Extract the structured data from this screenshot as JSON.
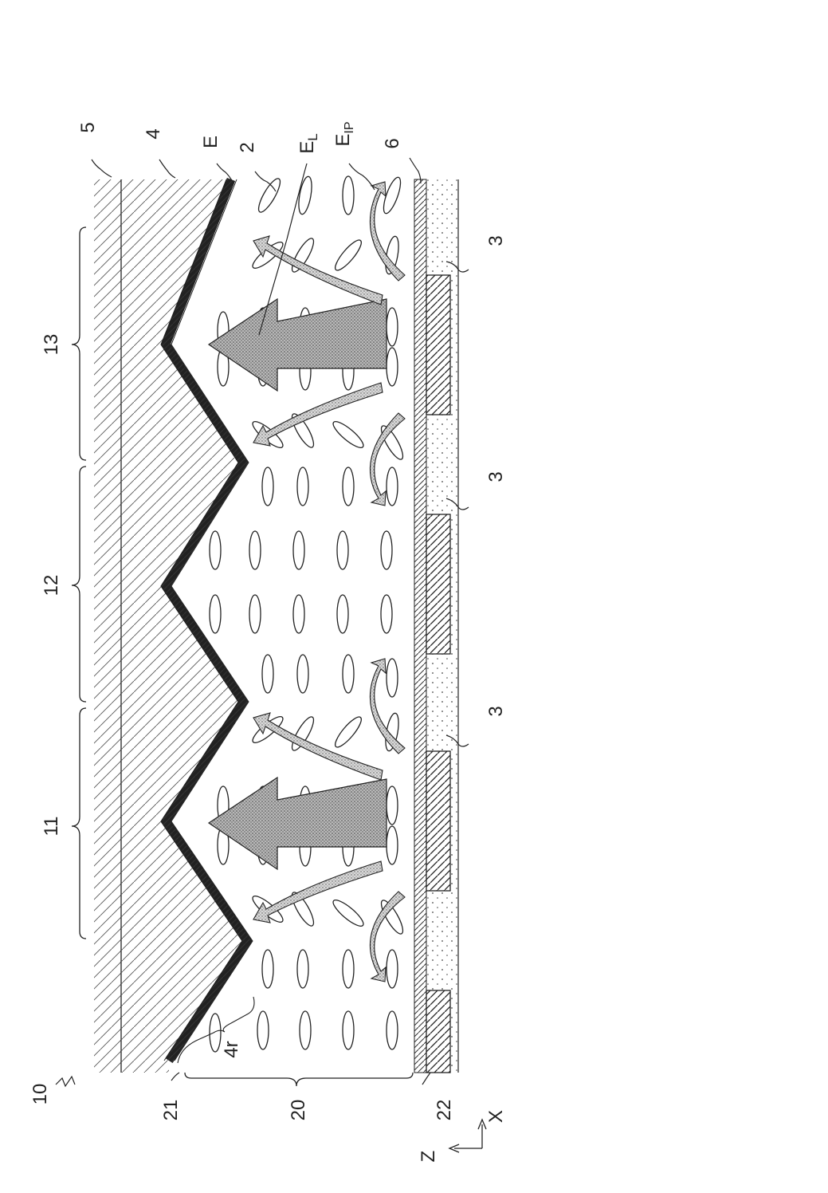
{
  "figure": {
    "ref_device": "10",
    "layers": {
      "substrate_top": "5",
      "structure_layer": "4",
      "alignment_film": "E",
      "liquid_crystal": "2",
      "field_line": "EL",
      "field_line_sub": "L",
      "field_ip": "EIP",
      "field_ip_sub": "IP",
      "insulator": "6",
      "electrode": "3",
      "ridge_face": "4r",
      "top_interface": "21",
      "lc_layer": "20",
      "bottom_interface": "22"
    },
    "regions": [
      "11",
      "12",
      "13"
    ],
    "axes": {
      "x": "X",
      "z": "Z"
    }
  }
}
